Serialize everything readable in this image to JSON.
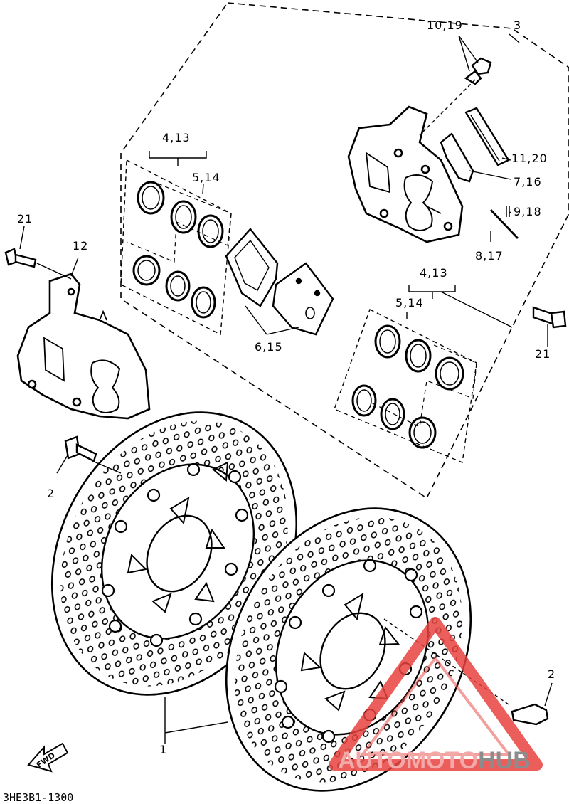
{
  "callouts": {
    "c3": "3",
    "c10_19": "10,19",
    "c11_20": "11,20",
    "c7_16": "7,16",
    "c9_18": "9,18",
    "c8_17": "8,17",
    "c4_13_top": "4,13",
    "c5_14_top": "5,14",
    "c6_15": "6,15",
    "c4_13_right": "4,13",
    "c5_14_right": "5,14",
    "c21_left": "21",
    "c21_right": "21",
    "c12": "12",
    "c2_left": "2",
    "c2_right": "2",
    "c1": "1"
  },
  "fwd_label": "FWD",
  "diagram_code": "3HE3B1-1300",
  "watermark": {
    "part1": "AUTO",
    "part2": "MOTO",
    "part3": "HUB"
  },
  "colors": {
    "line": "#000000",
    "watermark_red": "#e8433f",
    "watermark_gray": "#8c8c8c"
  }
}
